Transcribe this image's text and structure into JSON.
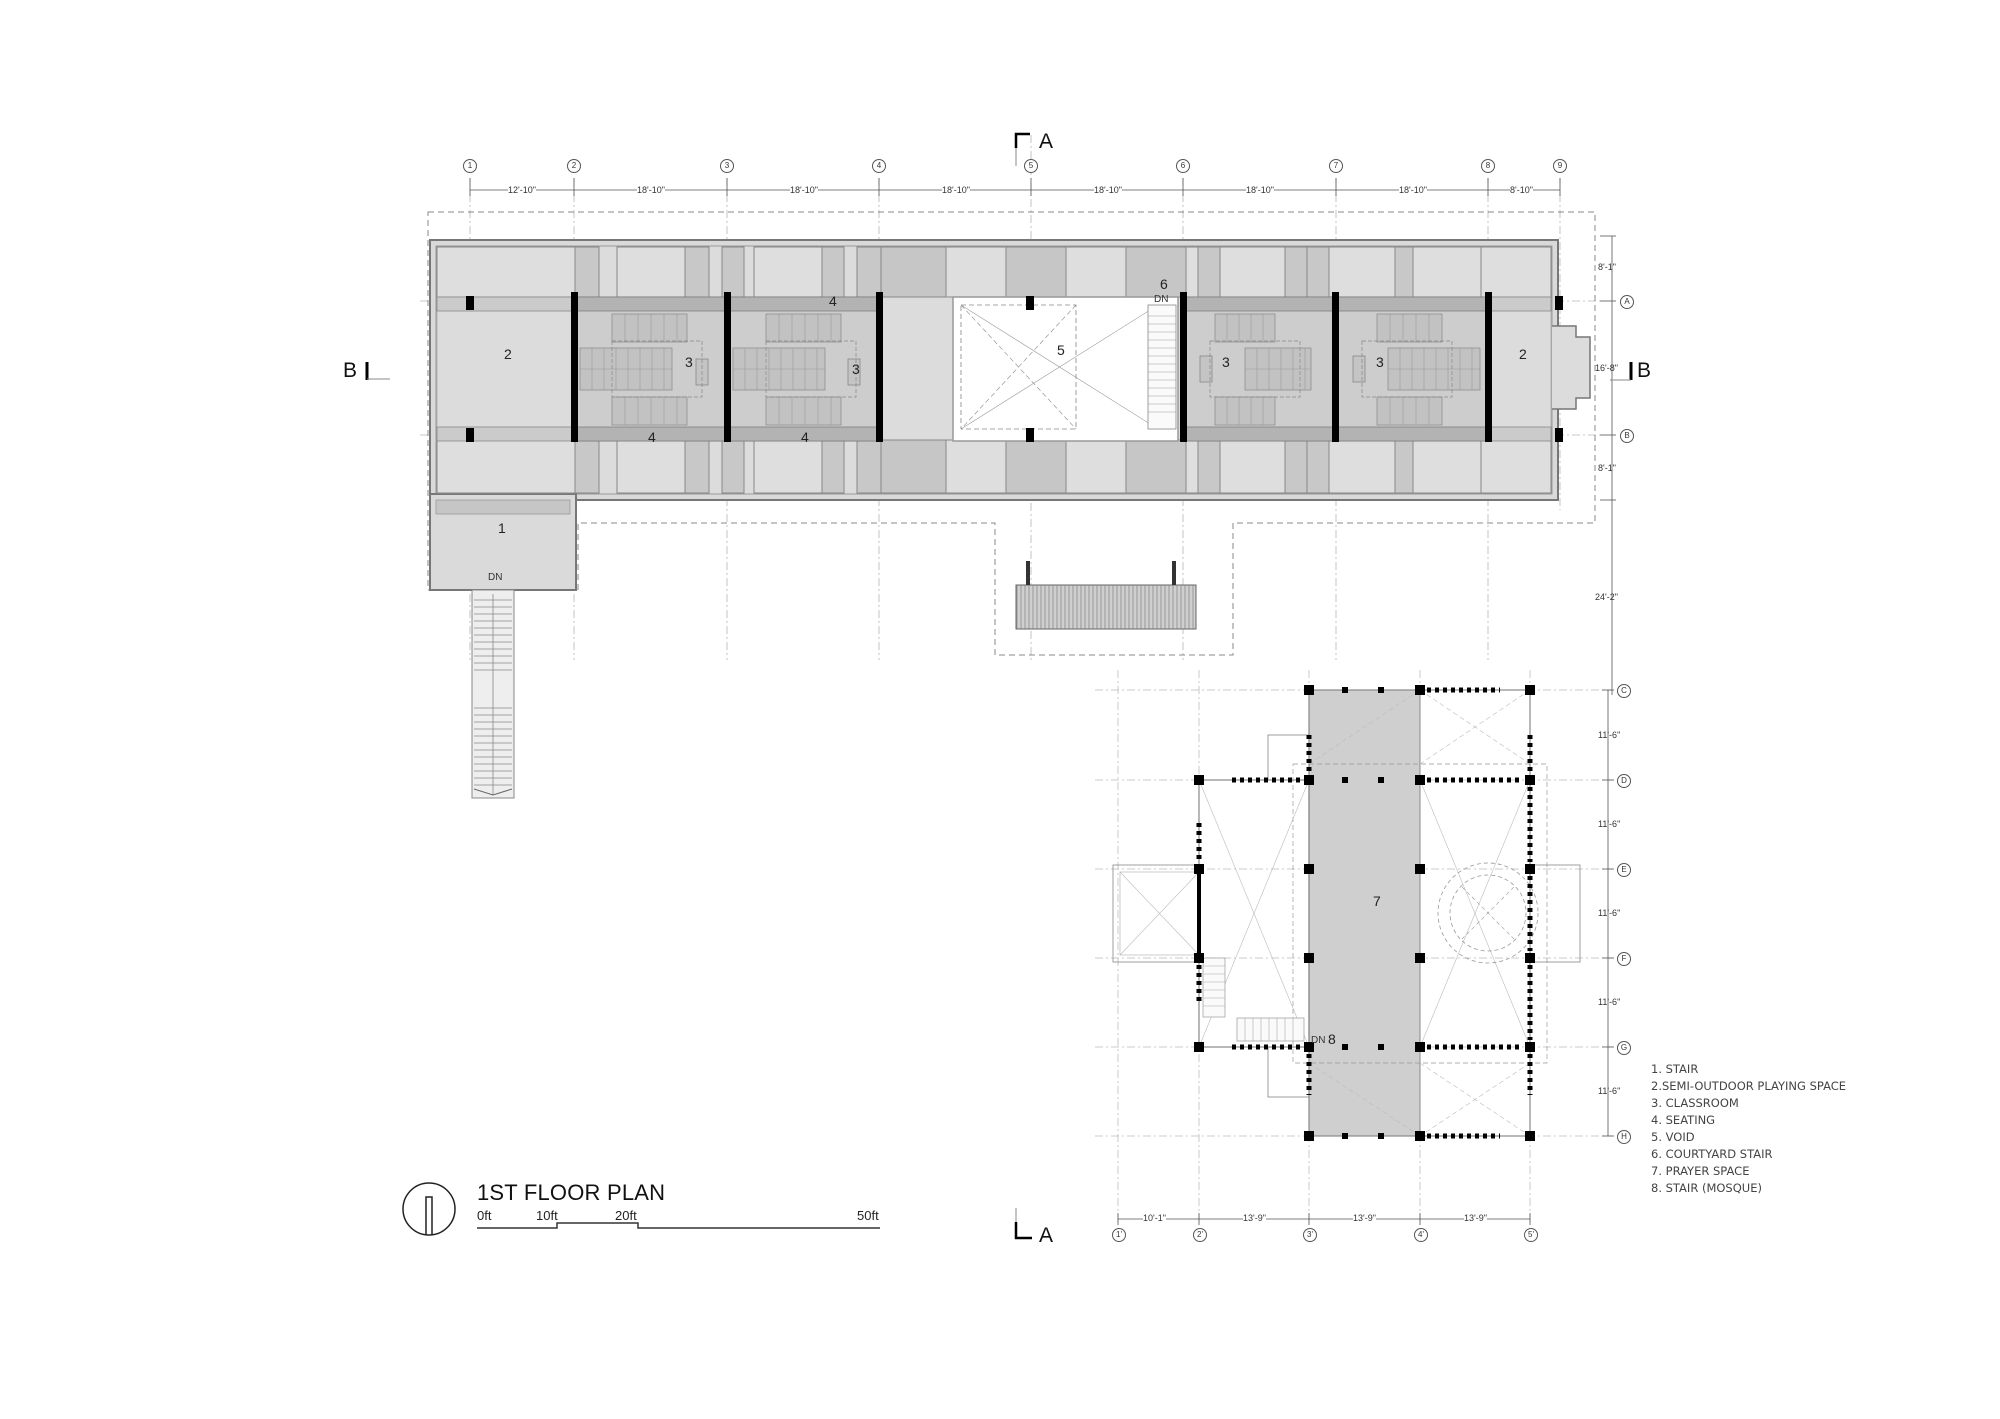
{
  "drawing": {
    "title": "1ST FLOOR PLAN",
    "scale_bar": {
      "labels": [
        "0ft",
        "10ft",
        "20ft",
        "50ft"
      ]
    },
    "section_marks": {
      "a_top": "A",
      "a_bottom": "A",
      "b_left": "B",
      "b_right": "B"
    }
  },
  "school_block": {
    "grid_columns": [
      "1",
      "2",
      "3",
      "4",
      "5",
      "6",
      "7",
      "8",
      "9"
    ],
    "column_spacings": [
      "12'-10\"",
      "18'-10\"",
      "18'-10\"",
      "18'-10\"",
      "18'-10\"",
      "18'-10\"",
      "18'-10\"",
      "8'-10\""
    ],
    "grid_rows": [
      "A",
      "B"
    ],
    "row_spacings": [
      "8'-1\"",
      "16'-8\"",
      "8'-1\"",
      "24'-2\""
    ],
    "room_tags": {
      "stair": "1",
      "stair_dn": "DN",
      "play_left": "2",
      "play_right": "2",
      "class1": "3",
      "class2": "3",
      "class3": "3",
      "class4": "3",
      "seat1": "4",
      "seat2": "4",
      "seat3": "4",
      "void": "5",
      "courtyard_stair": "6",
      "courtyard_stair_dn": "DN"
    }
  },
  "mosque_block": {
    "grid_columns": [
      "1'",
      "2'",
      "3'",
      "4'",
      "5'"
    ],
    "column_spacings": [
      "10'-1\"",
      "13'-9\"",
      "13'-9\"",
      "13'-9\""
    ],
    "grid_rows": [
      "C",
      "D",
      "E",
      "F",
      "G",
      "H"
    ],
    "row_spacings": [
      "11'-6\"",
      "11'-6\"",
      "11'-6\"",
      "11'-6\"",
      "11'-6\""
    ],
    "room_tags": {
      "prayer": "7",
      "stair": "8",
      "stair_dn": "DN"
    }
  },
  "legend": {
    "items": [
      "1. STAIR",
      "2.SEMI-OUTDOOR PLAYING SPACE",
      "3. CLASSROOM",
      "4. SEATING",
      "5. VOID",
      "6. COURTYARD STAIR",
      "7. PRAYER SPACE",
      "8. STAIR (MOSQUE)"
    ]
  },
  "colors": {
    "floor_light": "#dcdcdc",
    "floor_mid": "#c9c9c9",
    "floor_dark": "#b8b8b8",
    "wall": "#000000",
    "line": "#555555",
    "grid": "#aaaaaa"
  }
}
